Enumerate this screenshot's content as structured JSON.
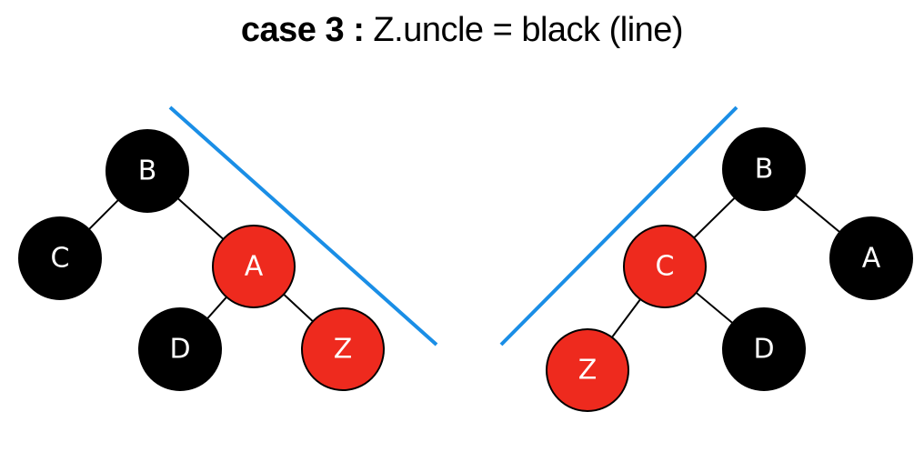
{
  "title": {
    "bold": "case 3 :",
    "normal": "Z.uncle = black (line)"
  },
  "colors": {
    "black_node": "#000000",
    "red_node": "#ee2a1e",
    "divider": "#1a8ee6",
    "edge": "#000000"
  },
  "trees": [
    {
      "nodes": [
        {
          "label": "B",
          "color": "black"
        },
        {
          "label": "C",
          "color": "black"
        },
        {
          "label": "A",
          "color": "red"
        },
        {
          "label": "D",
          "color": "black"
        },
        {
          "label": "Z",
          "color": "red"
        }
      ]
    },
    {
      "nodes": [
        {
          "label": "B",
          "color": "black"
        },
        {
          "label": "C",
          "color": "red"
        },
        {
          "label": "A",
          "color": "black"
        },
        {
          "label": "Z",
          "color": "red"
        },
        {
          "label": "D",
          "color": "black"
        }
      ]
    }
  ]
}
